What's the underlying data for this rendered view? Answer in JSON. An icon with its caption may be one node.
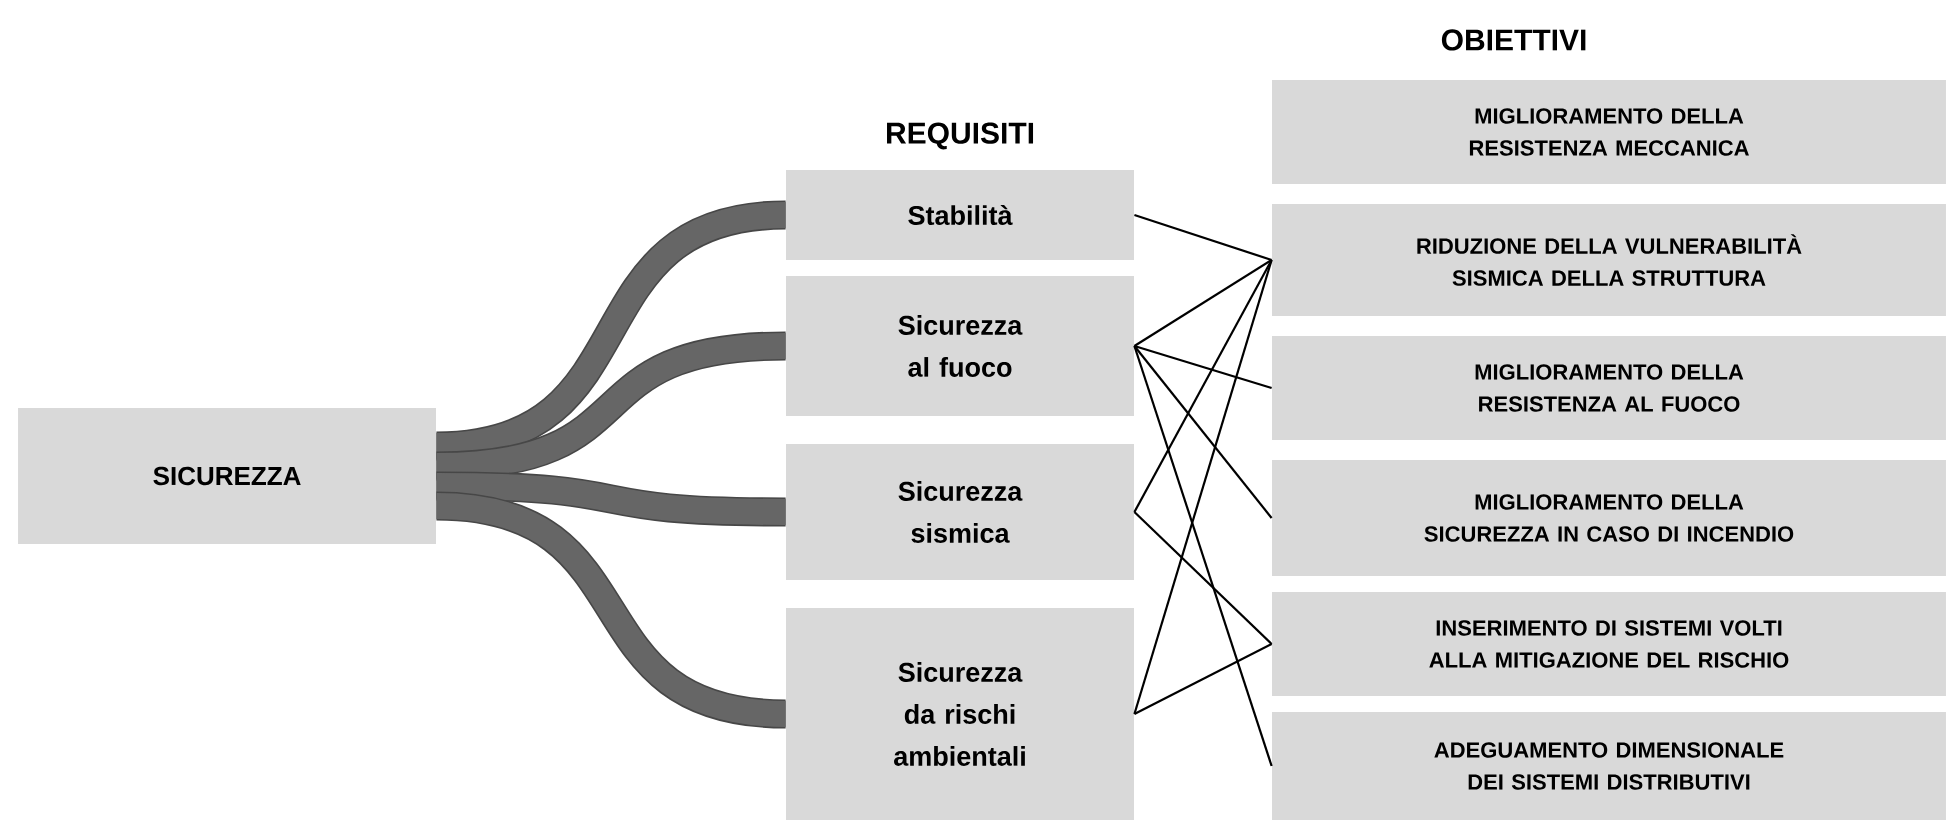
{
  "diagram": {
    "nodes": [
      {
        "text": [
          "SICUREZZA"
        ]
      },
      {
        "text": [
          "Stabilità"
        ]
      },
      {
        "text": [
          "Sicurezza al fuoco"
        ]
      },
      {
        "text": [
          "Sicurezza sismica"
        ]
      },
      {
        "text": [
          "Sicurezza da rischi ambientali"
        ]
      },
      {
        "text": [
          "MIGLIORAMENTO DELLA RESISTENZA MECCANICA"
        ]
      },
      {
        "text": [
          "RIDUZIONE DELLA VULNERABILITÀ SISMICA DELLA STRUTTURA"
        ]
      },
      {
        "text": [
          "MIGLIORAMENTO DELLA RESISTENZA AL FUOCO"
        ]
      },
      {
        "text": [
          "MIGLIORAMENTO DELLA SICUREZZA IN CASO DI INCENDIO"
        ]
      },
      {
        "text": [
          "INSERIMENTO DI SISTEMI VOLTI ALLA MITIGAZIONE DEL RISCHIO"
        ]
      },
      {
        "text": [
          "ADEGUAMENTO DIMENSIONALE DEI SISTEMI DISTRIBUTIVI"
        ]
      }
    ],
    "edges": [
      {
        "from": 0,
        "to": 1,
        "arrow": "none",
        "style": "thick",
        "color": "#666666"
      },
      {
        "from": 0,
        "to": 2,
        "arrow": "none",
        "style": "thick",
        "color": "#666666"
      },
      {
        "from": 0,
        "to": 3,
        "arrow": "none",
        "style": "thick",
        "color": "#666666"
      },
      {
        "from": 0,
        "to": 4,
        "arrow": "none",
        "style": "thick",
        "color": "#666666"
      },
      {
        "from": 1,
        "to": 6,
        "arrow": "none"
      },
      {
        "from": 2,
        "to": 6,
        "arrow": "none"
      },
      {
        "from": 2,
        "to": 7,
        "arrow": "none"
      },
      {
        "from": 2,
        "to": 8,
        "arrow": "none"
      },
      {
        "from": 2,
        "to": 10,
        "arrow": "none"
      },
      {
        "from": 3,
        "to": 6,
        "arrow": "none"
      },
      {
        "from": 3,
        "to": 9,
        "arrow": "none"
      },
      {
        "from": 4,
        "to": 6,
        "arrow": "none"
      },
      {
        "from": 4,
        "to": 9,
        "arrow": "none"
      }
    ],
    "labels": [
      "REQUISITI",
      "OBIETTIVI"
    ]
  }
}
